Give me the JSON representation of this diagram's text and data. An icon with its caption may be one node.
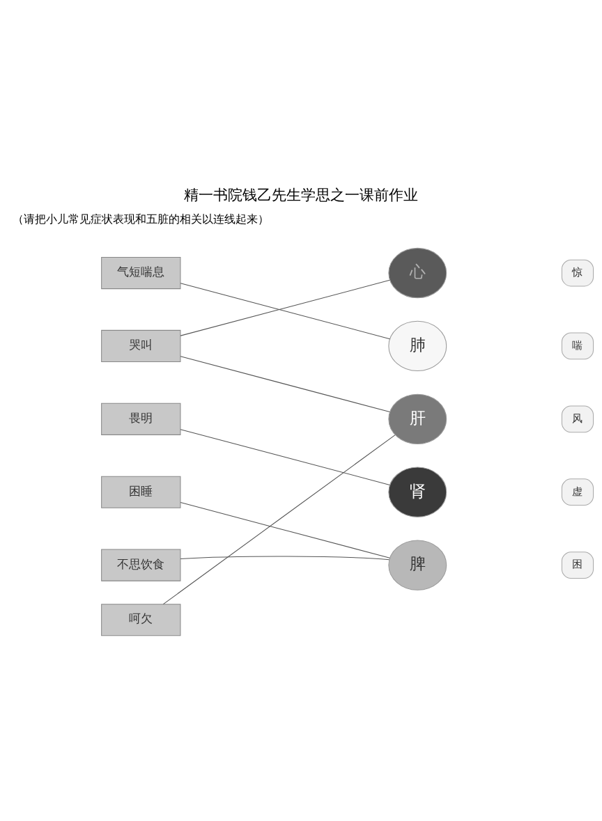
{
  "diagram": {
    "title": "精一书院钱乙先生学思之一课前作业",
    "nodes": [
      {
        "text": [
          "气短喘息"
        ]
      },
      {
        "text": [
          "畏明"
        ]
      },
      {
        "text": [
          "不思饮食"
        ]
      },
      {
        "text": [
          "哭叫"
        ]
      },
      {
        "text": [
          "困睡"
        ]
      },
      {
        "text": [
          "呵欠"
        ]
      },
      {
        "text": [
          "心"
        ]
      },
      {
        "text": [
          "惊"
        ]
      },
      {
        "text": [
          "肝"
        ]
      },
      {
        "text": [
          "风"
        ]
      },
      {
        "text": [
          "脾"
        ]
      },
      {
        "text": [
          "困"
        ]
      },
      {
        "text": [
          "肺"
        ]
      },
      {
        "text": [
          "喘"
        ]
      },
      {
        "text": [
          "肾"
        ]
      },
      {
        "text": [
          "虚"
        ]
      }
    ],
    "edges": [
      {
        "from": 0,
        "to": 12,
        "arrow": "none"
      },
      {
        "from": 1,
        "to": 14,
        "arrow": "none"
      },
      {
        "from": 2,
        "to": 10,
        "arrow": "none"
      },
      {
        "from": 3,
        "to": 6,
        "arrow": "none"
      },
      {
        "from": 3,
        "to": 8,
        "arrow": "none"
      },
      {
        "from": 4,
        "to": 10,
        "arrow": "none"
      },
      {
        "from": 5,
        "to": 8,
        "arrow": "none"
      }
    ],
    "labels": [
      "（请把小儿常见症状表现和五脏的相关以连线起来）"
    ]
  }
}
